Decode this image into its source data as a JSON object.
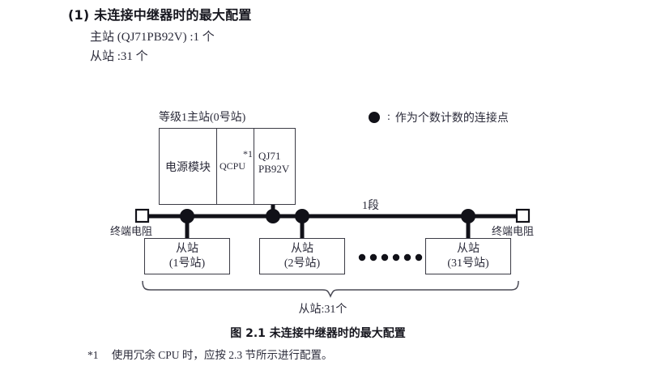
{
  "heading": {
    "number": "(1)",
    "title": "(1) 未连接中继器时的最大配置",
    "sub_master": "主站 (QJ71PB92V) :1 个",
    "sub_slave": "从站 :31 个"
  },
  "legend": {
    "symbol": "filled-circle",
    "colon": ":",
    "text": "作为个数计数的连接点"
  },
  "diagram": {
    "master_label": "等级1主站(0号站)",
    "rack": {
      "power_module": "电源模块",
      "cpu": "QCPU",
      "cpu_footnote": "*1",
      "network_line1": "QJ71",
      "network_line2": "PB92V"
    },
    "segment_label": "1段",
    "terminal_left": "终端电阻",
    "terminal_right": "终端电阻",
    "slaves": [
      {
        "name": "从站",
        "station": "(1号站)"
      },
      {
        "name": "从站",
        "station": "(2号站)"
      },
      {
        "name": "从站",
        "station": "(31号站)"
      }
    ],
    "ellipsis_dot_count": 6,
    "brace_caption": "从站:31个"
  },
  "figure": {
    "caption": "图 2.1  未连接中继器时的最大配置"
  },
  "footnote": {
    "mark": "*1",
    "text": "使用冗余 CPU 时，应按 2.3 节所示进行配置。"
  },
  "colors": {
    "text": "#2b2b3a",
    "heading": "#16161e",
    "line": "#111118",
    "box_border": "#3b3b45",
    "background": "#ffffff"
  }
}
